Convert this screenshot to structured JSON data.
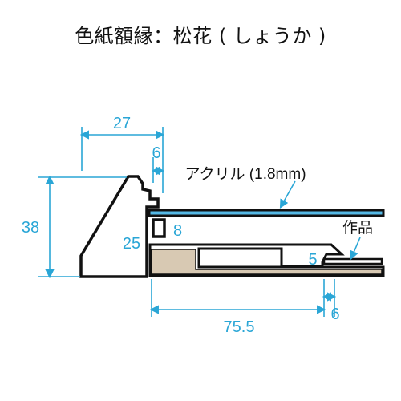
{
  "title": "色紙額縁：松花 ( しょうか )",
  "labels": {
    "acrylic": "アクリル (1.8mm)",
    "artwork": "作品"
  },
  "dimensions": {
    "d27": "27",
    "d6_top": "6",
    "d38": "38",
    "d25": "25",
    "d8": "8",
    "d5": "5",
    "d75_5": "75.5",
    "d6_bottom": "6"
  },
  "colors": {
    "dimension": "#2aa6d6",
    "acrylic": "#55b9e6",
    "backboard": "#d8c9b3",
    "frame_outline": "#111111"
  }
}
